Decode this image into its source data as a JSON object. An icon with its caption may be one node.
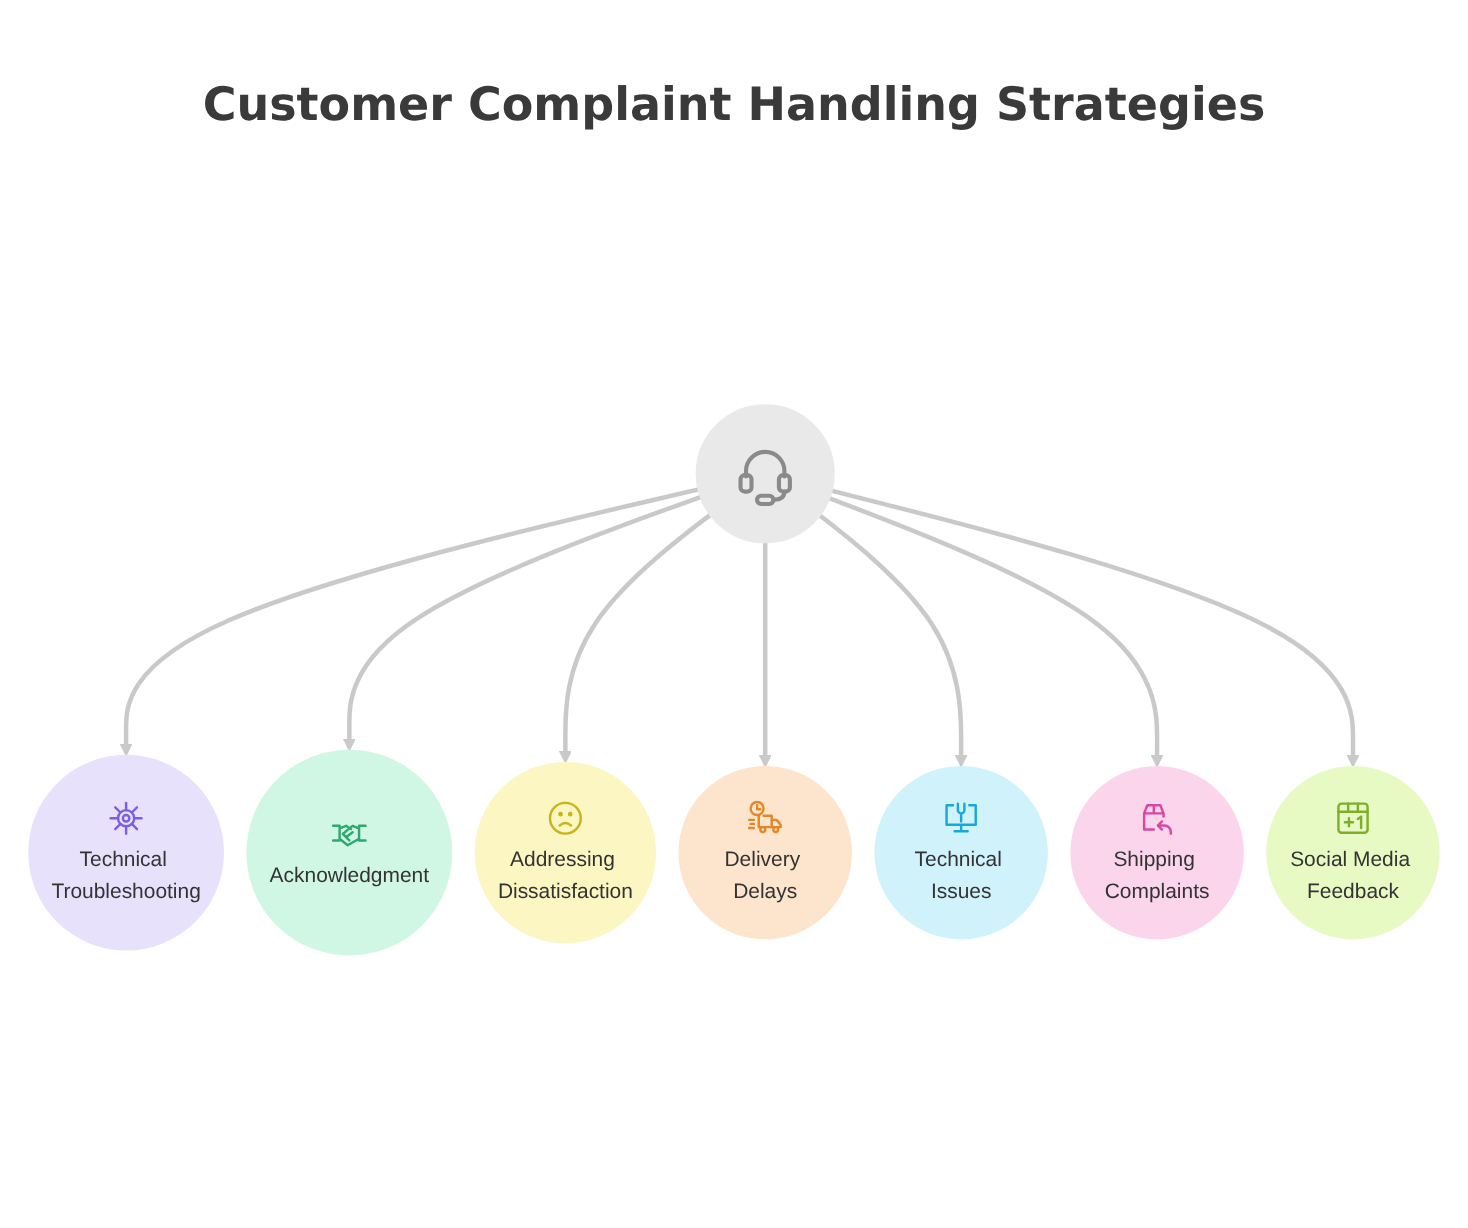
{
  "diagram": {
    "title": "Customer Complaint Handling Strategies",
    "nodes": [
      {
        "text": [],
        "shape": "circle"
      },
      {
        "text": [
          "Technical Troubleshooting"
        ]
      },
      {
        "text": [
          "Acknowledgment"
        ]
      },
      {
        "text": [
          "Addressing Dissatisfaction"
        ]
      },
      {
        "text": [
          "Delivery Delays"
        ]
      },
      {
        "text": [
          "Technical Issues"
        ]
      },
      {
        "text": [
          "Shipping Complaints"
        ]
      },
      {
        "text": [
          "Social Media Feedback"
        ]
      }
    ],
    "edges": [
      {
        "from": 0,
        "to": 1,
        "arrow": "to"
      },
      {
        "from": 0,
        "to": 2,
        "arrow": "to"
      },
      {
        "from": 0,
        "to": 3,
        "arrow": "to"
      },
      {
        "from": 0,
        "to": 4,
        "arrow": "to"
      },
      {
        "from": 0,
        "to": 5,
        "arrow": "to"
      },
      {
        "from": 0,
        "to": 6,
        "arrow": "to"
      },
      {
        "from": 0,
        "to": 7,
        "arrow": "to"
      }
    ]
  }
}
